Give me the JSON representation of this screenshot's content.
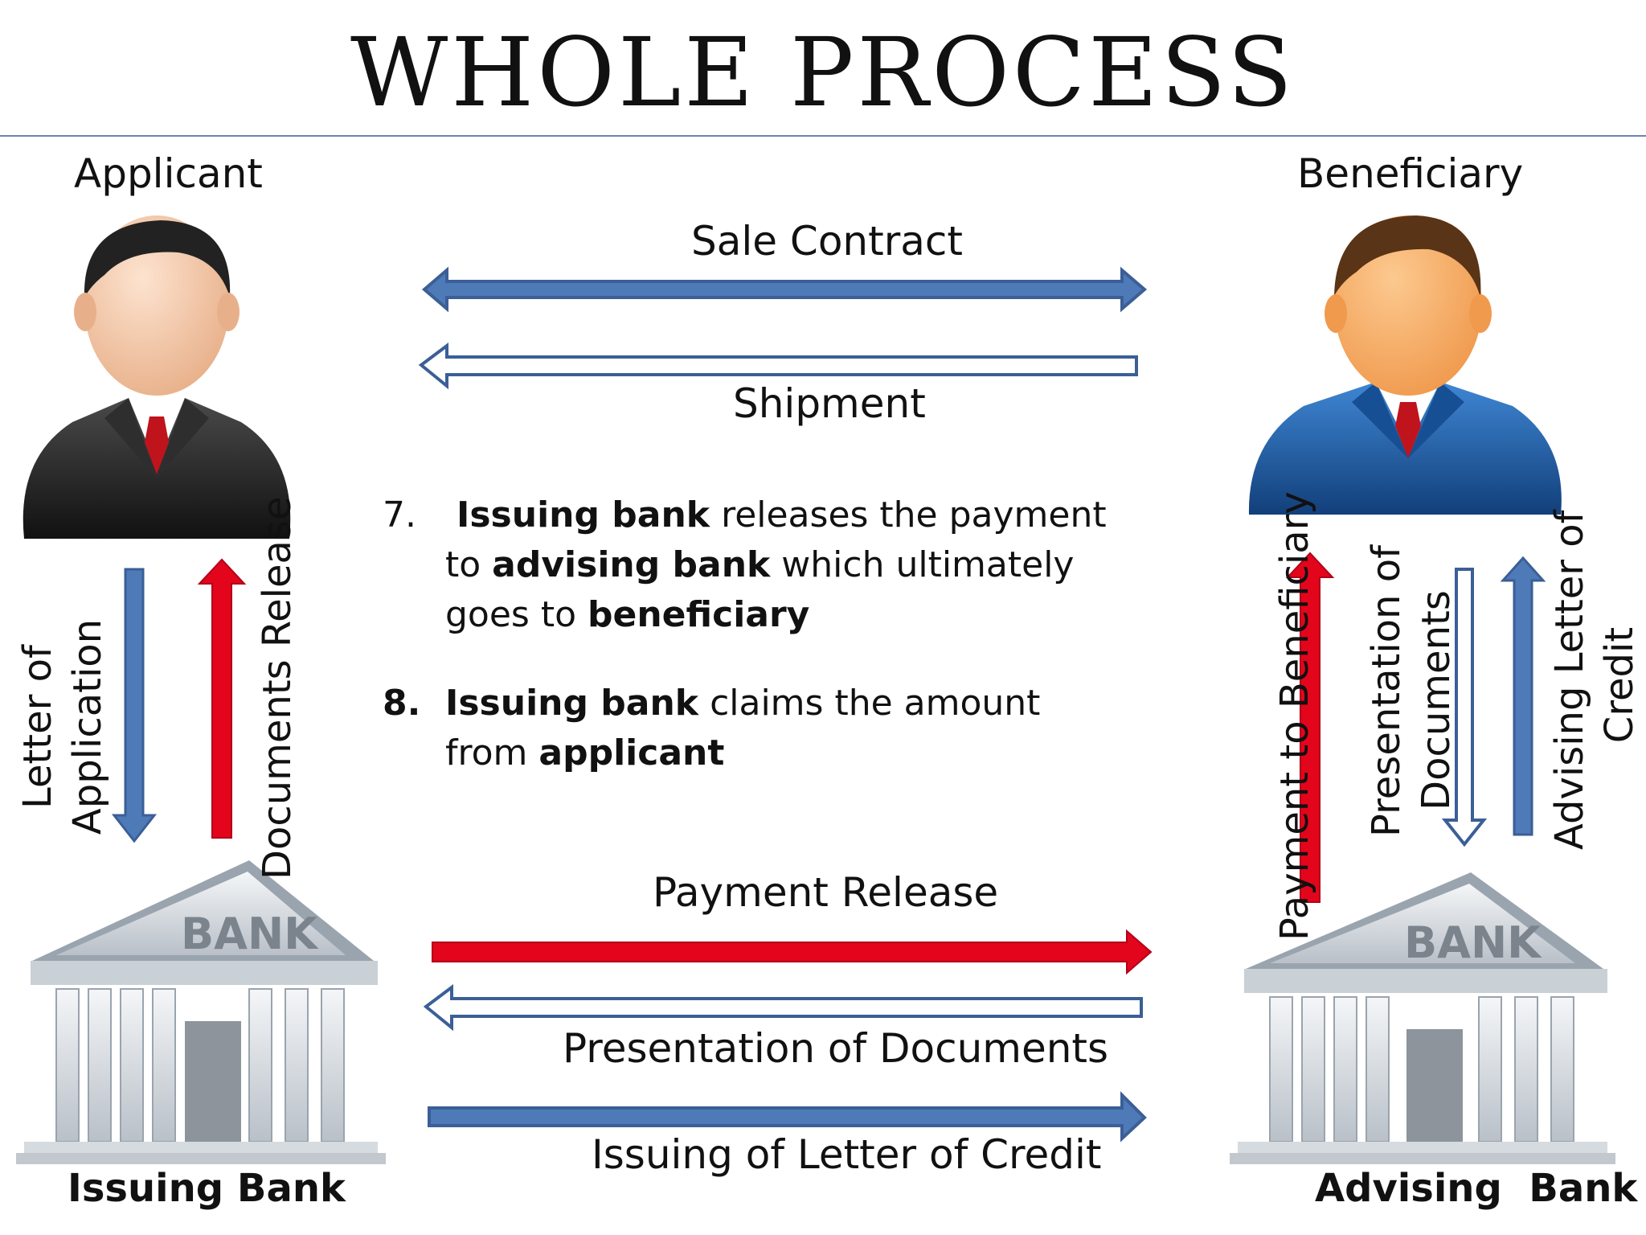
{
  "title": "WHOLE PROCESS",
  "parties": {
    "applicant": "Applicant",
    "beneficiary": "Beneficiary",
    "issuing_bank": "Issuing Bank",
    "advising_bank": "Advising  Bank",
    "bank_sign": "BANK"
  },
  "flows": {
    "sale_contract": "Sale Contract",
    "shipment": "Shipment",
    "payment_release": "Payment Release",
    "presentation_of_documents": "Presentation of Documents",
    "issuing_lc": "Issuing of Letter of Credit",
    "letter_of_application_1": "Letter of",
    "letter_of_application_2": "Application",
    "documents_release": "Documents Release",
    "payment_to_beneficiary": "Payment to Beneficiary",
    "presentation_docs_1": "Presentation of",
    "presentation_docs_2": "Documents",
    "advising_lc_1": "Advising Letter of",
    "advising_lc_2": "Credit"
  },
  "steps": [
    {
      "number": "7.",
      "p1": "Issuing bank",
      "p2": " releases the payment to ",
      "p3": "advising bank",
      "p4": " which ultimately goes to ",
      "p5": "beneficiary"
    },
    {
      "number": "8.",
      "p1": "Issuing bank",
      "p2": " claims the amount from ",
      "p3": "applicant"
    }
  ],
  "colors": {
    "blue_arrow": "#4f7ab8",
    "red_arrow": "#e3051b",
    "rule": "#6b84b6",
    "applicant_suit": "#1e1e1e",
    "beneficiary_suit": "#1f5fa8",
    "tie": "#c0141c"
  },
  "icons": [
    "applicant-person-icon",
    "beneficiary-person-icon",
    "issuing-bank-icon",
    "advising-bank-icon"
  ]
}
